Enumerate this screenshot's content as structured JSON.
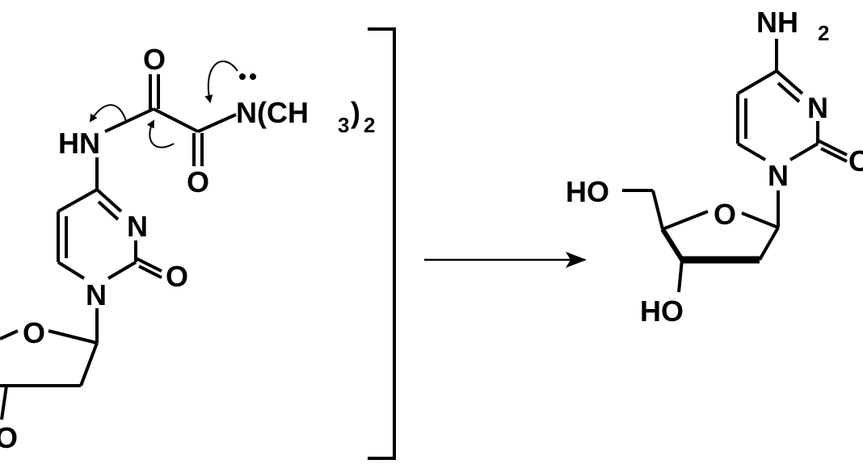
{
  "reactant": {
    "atoms": {
      "carbonyl_o_top": "O",
      "carbonyl_o_bottom": "O",
      "dimethylamino": "N(CH",
      "dimethylamino_sub_3": "3",
      "dimethylamino_close": ")",
      "dimethylamino_sub_2": "2",
      "amide_nh": "HN",
      "ring_n_top": "N",
      "ring_o": "O",
      "ring_n_bottom": "N",
      "sugar_o": "O",
      "sugar_oh_partial": "O"
    }
  },
  "product": {
    "atoms": {
      "amine": "NH",
      "amine_sub": "2",
      "ring_n_top": "N",
      "ring_o_partial": "O",
      "ring_n_bottom": "N",
      "hydroxyl_primary": "HO",
      "sugar_o": "O",
      "hydroxyl_secondary": "HO"
    }
  }
}
